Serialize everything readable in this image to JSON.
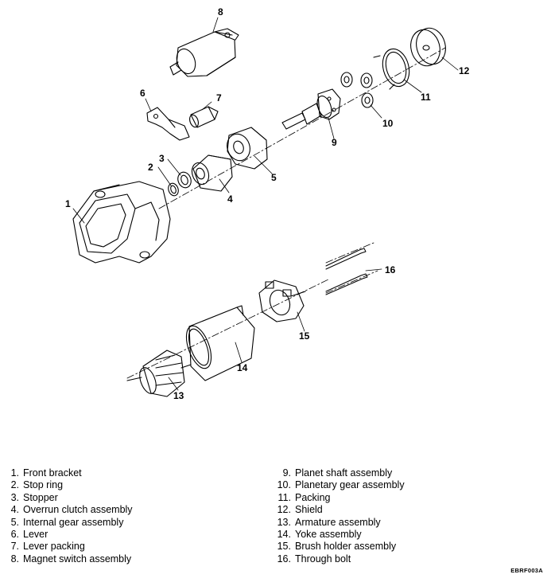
{
  "callouts": [
    {
      "num": "1"
    },
    {
      "num": "2"
    },
    {
      "num": "3"
    },
    {
      "num": "4"
    },
    {
      "num": "5"
    },
    {
      "num": "6"
    },
    {
      "num": "7"
    },
    {
      "num": "8"
    },
    {
      "num": "9"
    },
    {
      "num": "10"
    },
    {
      "num": "11"
    },
    {
      "num": "12"
    },
    {
      "num": "13"
    },
    {
      "num": "14"
    },
    {
      "num": "15"
    },
    {
      "num": "16"
    }
  ],
  "legend_left": [
    {
      "num": "1.",
      "label": "Front bracket"
    },
    {
      "num": "2.",
      "label": "Stop ring"
    },
    {
      "num": "3.",
      "label": "Stopper"
    },
    {
      "num": "4.",
      "label": "Overrun clutch assembly"
    },
    {
      "num": "5.",
      "label": "Internal gear assembly"
    },
    {
      "num": "6.",
      "label": "Lever"
    },
    {
      "num": "7.",
      "label": "Lever packing"
    },
    {
      "num": "8.",
      "label": "Magnet switch assembly"
    }
  ],
  "legend_right": [
    {
      "num": "9.",
      "label": "Planet shaft assembly"
    },
    {
      "num": "10.",
      "label": "Planetary gear assembly"
    },
    {
      "num": "11.",
      "label": "Packing"
    },
    {
      "num": "12.",
      "label": "Shield"
    },
    {
      "num": "13.",
      "label": "Armature assembly"
    },
    {
      "num": "14.",
      "label": "Yoke assembly"
    },
    {
      "num": "15.",
      "label": "Brush holder assembly"
    },
    {
      "num": "16.",
      "label": "Through bolt"
    }
  ],
  "figure_code": "EBRF003A"
}
